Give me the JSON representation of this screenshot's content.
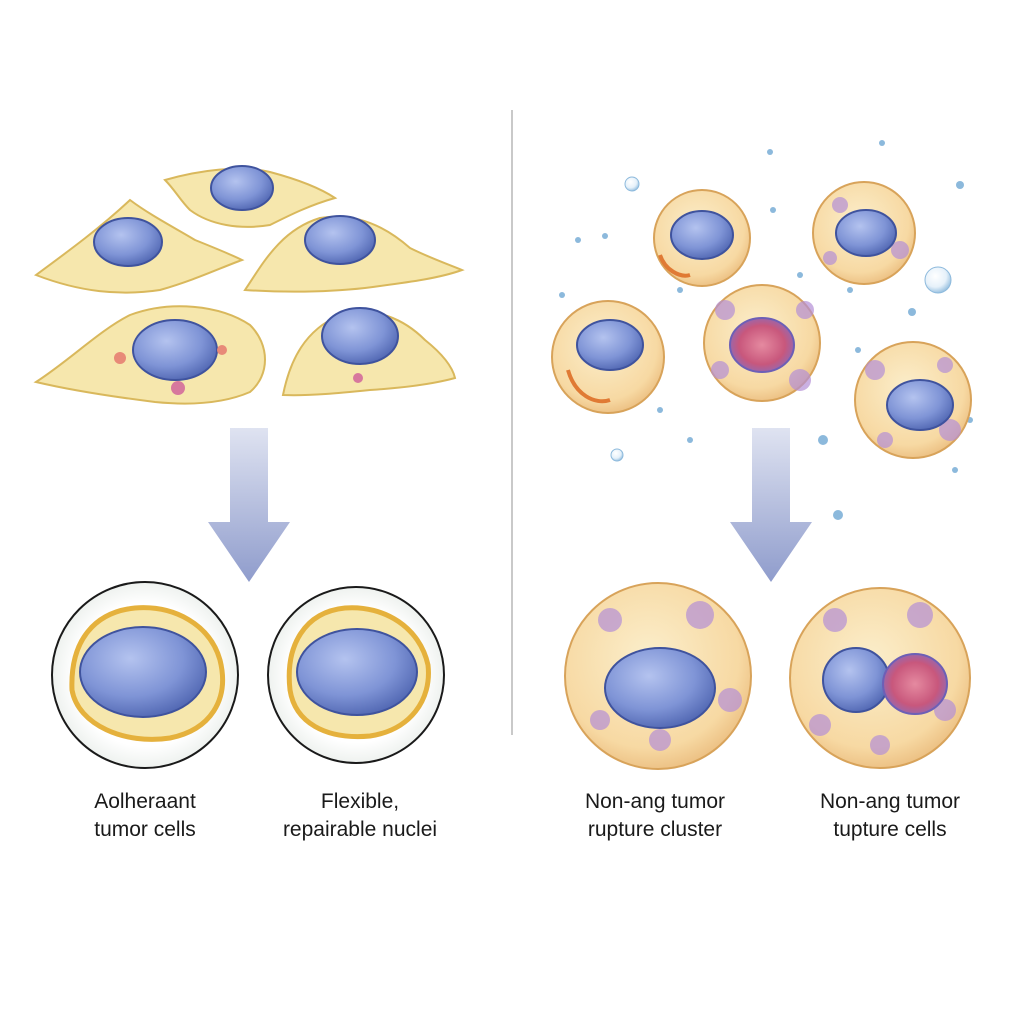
{
  "captions": {
    "bottom_left_1": {
      "line1": "Aolheraant",
      "line2": "tumor cells"
    },
    "bottom_left_2": {
      "line1": "Flexible,",
      "line2": "repairable nuclei"
    },
    "bottom_right_1": {
      "line1": "Non-ang tumor",
      "line2": "rupture cluster"
    },
    "bottom_right_2": {
      "line1": "Non-ang tumor",
      "line2": "tupture cells"
    }
  },
  "colors": {
    "cytoplasm_adherent": "#f6e7ad",
    "cytoplasm_rounded": "#f7d9a3",
    "nucleus": "#7f94d6",
    "nucleus_dark": "#4e64b0",
    "ruptured_nucleus": "#d9667f",
    "arrow": "#a9b2d6",
    "divider": "#c9c9c9",
    "droplet": "#8cb9dc",
    "purple_blob": "#b48fd6"
  }
}
